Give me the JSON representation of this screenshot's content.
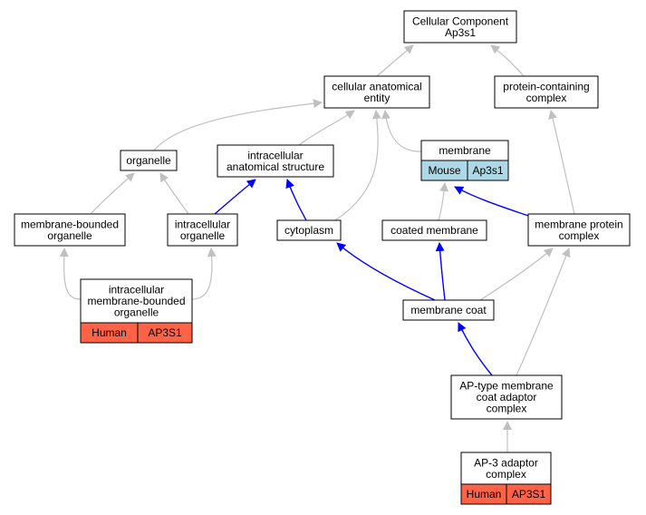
{
  "colors": {
    "edge_gray": "#c0c0c0",
    "edge_blue": "#0000ff",
    "mouse_cell": "#add8e6",
    "human_cell": "#ff6347"
  },
  "nodes": {
    "root": {
      "lines": [
        "Cellular Component",
        "Ap3s1"
      ]
    },
    "cae": {
      "lines": [
        "cellular anatomical",
        "entity"
      ]
    },
    "pcc": {
      "lines": [
        "protein-containing",
        "complex"
      ]
    },
    "organelle": {
      "lines": [
        "organelle"
      ]
    },
    "ias": {
      "lines": [
        "intracellular",
        "anatomical structure"
      ]
    },
    "membrane": {
      "lines": [
        "membrane"
      ],
      "cells": [
        {
          "text": "Mouse",
          "color": "mouse"
        },
        {
          "text": "Ap3s1",
          "color": "mouse"
        }
      ]
    },
    "mbo": {
      "lines": [
        "membrane-bounded",
        "organelle"
      ]
    },
    "io": {
      "lines": [
        "intracellular",
        "organelle"
      ]
    },
    "cytoplasm": {
      "lines": [
        "cytoplasm"
      ]
    },
    "coated": {
      "lines": [
        "coated membrane"
      ]
    },
    "mpc": {
      "lines": [
        "membrane protein",
        "complex"
      ]
    },
    "imbo": {
      "lines": [
        "intracellular",
        "membrane-bounded",
        "organelle"
      ],
      "cells": [
        {
          "text": "Human",
          "color": "human"
        },
        {
          "text": "AP3S1",
          "color": "human"
        }
      ]
    },
    "coat": {
      "lines": [
        "membrane coat"
      ]
    },
    "aptype": {
      "lines": [
        "AP-type membrane",
        "coat adaptor",
        "complex"
      ]
    },
    "ap3": {
      "lines": [
        "AP-3 adaptor",
        "complex"
      ],
      "cells": [
        {
          "text": "Human",
          "color": "human"
        },
        {
          "text": "AP3S1",
          "color": "human"
        }
      ]
    }
  },
  "edges": [
    {
      "from": "cae",
      "to": "root",
      "kind": "is_a"
    },
    {
      "from": "pcc",
      "to": "root",
      "kind": "is_a"
    },
    {
      "from": "organelle",
      "to": "cae",
      "kind": "is_a"
    },
    {
      "from": "ias",
      "to": "cae",
      "kind": "is_a"
    },
    {
      "from": "cytoplasm",
      "to": "cae",
      "kind": "is_a"
    },
    {
      "from": "membrane",
      "to": "cae",
      "kind": "is_a"
    },
    {
      "from": "mbo",
      "to": "organelle",
      "kind": "is_a"
    },
    {
      "from": "io",
      "to": "organelle",
      "kind": "is_a"
    },
    {
      "from": "io",
      "to": "ias",
      "kind": "part_of"
    },
    {
      "from": "cytoplasm",
      "to": "ias",
      "kind": "part_of"
    },
    {
      "from": "coated",
      "to": "membrane",
      "kind": "is_a"
    },
    {
      "from": "mpc",
      "to": "membrane",
      "kind": "part_of"
    },
    {
      "from": "mpc",
      "to": "pcc",
      "kind": "is_a"
    },
    {
      "from": "imbo",
      "to": "mbo",
      "kind": "is_a"
    },
    {
      "from": "imbo",
      "to": "io",
      "kind": "is_a"
    },
    {
      "from": "coat",
      "to": "cytoplasm",
      "kind": "part_of"
    },
    {
      "from": "coat",
      "to": "coated",
      "kind": "part_of"
    },
    {
      "from": "coat",
      "to": "mpc",
      "kind": "is_a"
    },
    {
      "from": "aptype",
      "to": "coat",
      "kind": "part_of"
    },
    {
      "from": "aptype",
      "to": "mpc",
      "kind": "is_a"
    },
    {
      "from": "ap3",
      "to": "aptype",
      "kind": "is_a"
    }
  ]
}
